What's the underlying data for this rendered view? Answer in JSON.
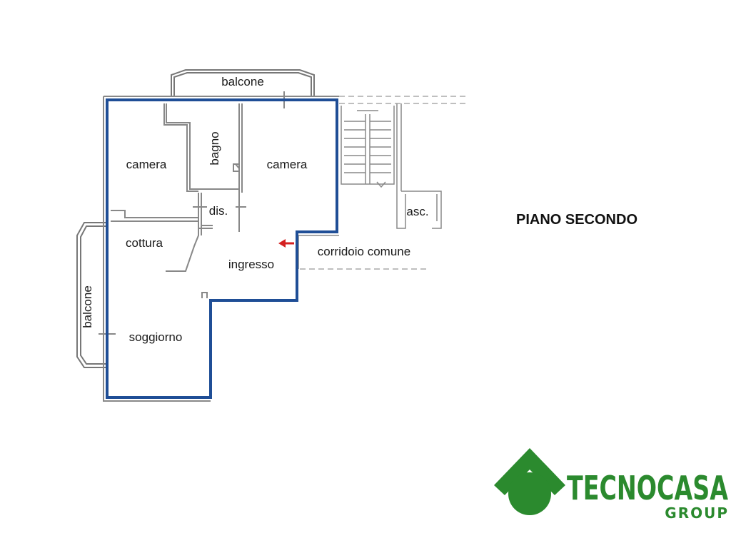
{
  "plan": {
    "title": "PIANO SECONDO",
    "rooms": {
      "balcone_top": "balcone",
      "camera_left": "camera",
      "bagno": "bagno",
      "camera_right": "camera",
      "dis": "dis.",
      "asc": "asc.",
      "cottura": "cottura",
      "ingresso": "ingresso",
      "corridoio": "corridoio comune",
      "balcone_left": "balcone",
      "soggiorno": "soggiorno"
    },
    "colors": {
      "outline": "#1f4e96",
      "walls": "#777777",
      "entrance_arrow": "#d42020"
    }
  },
  "logo": {
    "brand": "TECNOCASA",
    "subtitle": "GROUP",
    "color": "#2b8a2e"
  }
}
